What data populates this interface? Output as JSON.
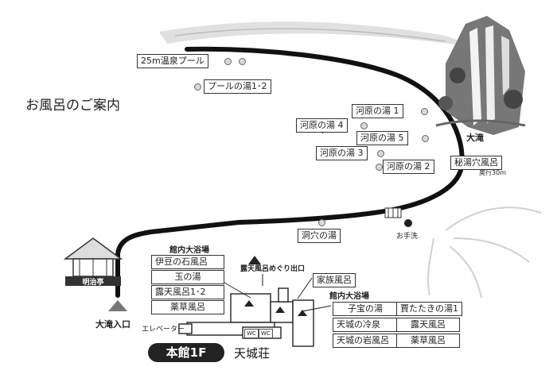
{
  "title": "お風呂のご案内",
  "labels": {
    "pool25": "25m温泉プール",
    "pool_yu": "プールの湯1･2",
    "kawara1": "河原の湯 1",
    "kawara4": "河原の湯 4",
    "kawara5": "河原の湯 5",
    "kawara3": "河原の湯 3",
    "kawara2": "河原の湯 2",
    "odaru": "大滝",
    "hitou": "秘湯穴風呂",
    "hitou_depth": "奥行30m",
    "doketsu": "洞穴の湯",
    "otearai": "お手洗",
    "kannai_top": "館内大浴場",
    "izu": "伊豆の石風呂",
    "tama": "玉の湯",
    "roten12": "露天風呂1･2",
    "yakusou1": "薬草風呂",
    "meguri": "露天風呂めぐり出口",
    "kazoku": "家族風呂",
    "kannai_right": "館内大浴場",
    "kodakara": "子宝の湯",
    "hotaru": "賈たたきの湯1",
    "reisen": "天城の冷泉",
    "roten": "露天風呂",
    "iwaburo": "天城の岩風呂",
    "yakusou2": "薬草風呂",
    "odaru_entrance": "大滝入口",
    "elevator": "エレベーター",
    "wc1": "WC",
    "wc2": "WC",
    "honkan": "本館1F",
    "tenjo": "天城荘",
    "sign": "明治亭"
  },
  "icons": [
    "waterfall-illustration",
    "fern-illustration",
    "building-illustration",
    "bridge-icon"
  ]
}
